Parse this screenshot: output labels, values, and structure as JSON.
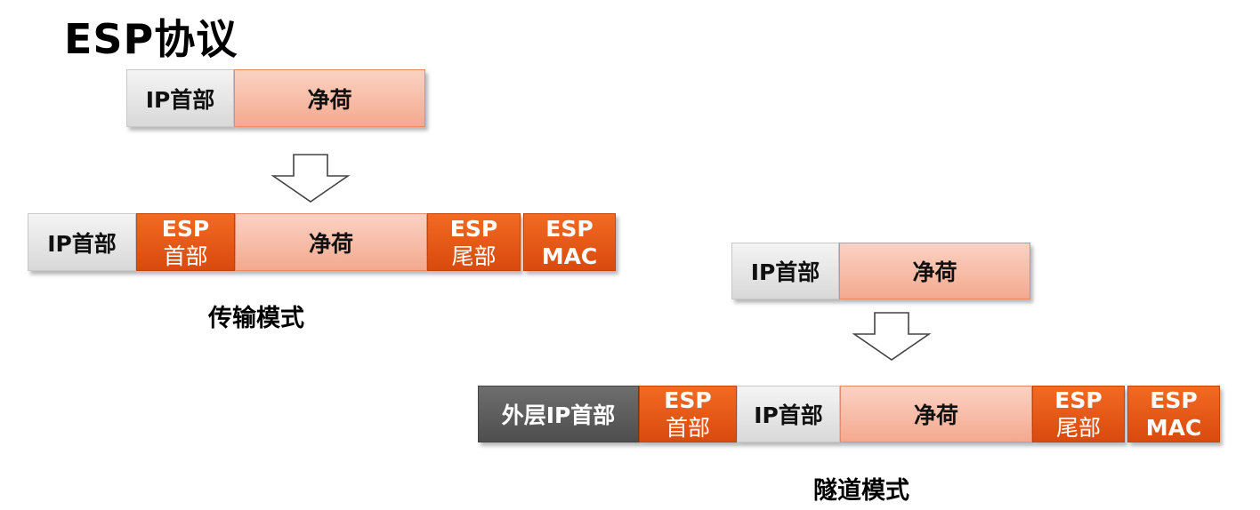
{
  "title": "ESP协议",
  "transport": {
    "original": {
      "ip_header": "IP首部",
      "payload": "净荷"
    },
    "result": {
      "ip_header": "IP首部",
      "esp_header": [
        "ESP",
        "首部"
      ],
      "payload": "净荷",
      "esp_trailer": [
        "ESP",
        "尾部"
      ],
      "esp_mac": [
        "ESP",
        "MAC"
      ]
    },
    "caption": "传输模式"
  },
  "tunnel": {
    "original": {
      "ip_header": "IP首部",
      "payload": "净荷"
    },
    "result": {
      "outer_ip_header": "外层IP首部",
      "esp_header": [
        "ESP",
        "首部"
      ],
      "ip_header": "IP首部",
      "payload": "净荷",
      "esp_trailer": [
        "ESP",
        "尾部"
      ],
      "esp_mac": [
        "ESP",
        "MAC"
      ]
    },
    "caption": "隧道模式"
  },
  "colors": {
    "esp_orange": "#e2561a",
    "payload_salmon": "#f7b9a2",
    "ip_gray": "#e6e6e6",
    "outer_dark": "#5a5a5a"
  }
}
